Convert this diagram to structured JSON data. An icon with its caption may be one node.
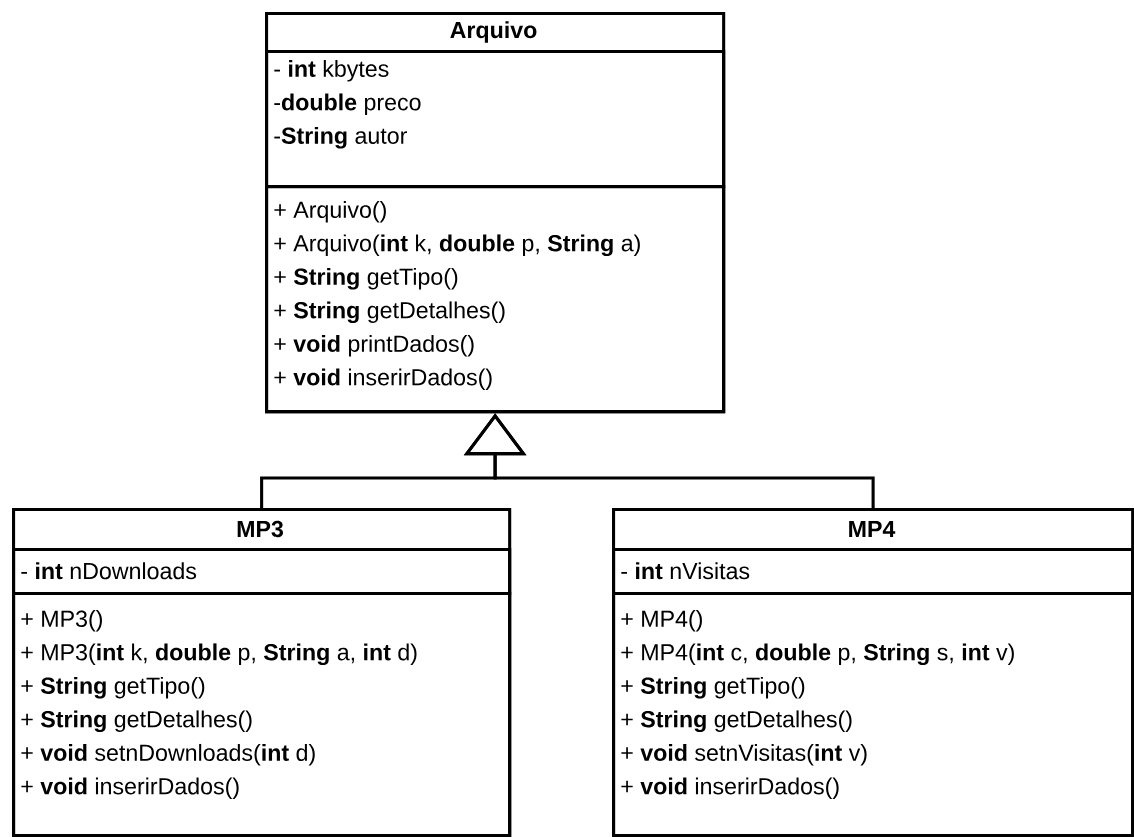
{
  "diagram": {
    "nodes": [
      {
        "text": [
          "Arquivo"
        ]
      },
      {
        "text": [
          "- **int** kbytes",
          "-**double** preco",
          "-**String** autor"
        ],
        "in": 0
      },
      {
        "text": [
          "+ Arquivo()",
          "+ Arquivo(**int** k, **double** p, **String** a)",
          "+ **String** getTipo()",
          "+ **String** getDetalhes()",
          "+ **void** printDados()",
          "+ **void** inserirDados()"
        ],
        "in": 0
      },
      {
        "text": [
          "MP3"
        ]
      },
      {
        "text": [
          "- **int** nDownloads"
        ],
        "in": 3
      },
      {
        "text": [
          "+ MP3()",
          "+ MP3(**int** k, **double** p, **String** a, **int** d)",
          "+ **String** getTipo()",
          "+ **String** getDetalhes()",
          "+ **void** setnDownloads(**int** d)",
          "+ **void** inserirDados()"
        ],
        "in": 3
      },
      {
        "text": [
          "MP4"
        ]
      },
      {
        "text": [
          "- **int** nVisitas"
        ],
        "in": 6
      },
      {
        "text": [
          "+ MP4()",
          "+ MP4(**int** c, **double** p, **String** s, **int** v)",
          "+ **String** getTipo()",
          "+ **String** getDetalhes()",
          "+ **void** setnVisitas(**int** v)",
          "+ **void** inserirDados()"
        ],
        "in": 6
      }
    ],
    "edges": [
      {
        "from": 3,
        "to": 0,
        "arrow": "to"
      },
      {
        "from": 6,
        "to": 0,
        "arrow": "to"
      }
    ]
  }
}
